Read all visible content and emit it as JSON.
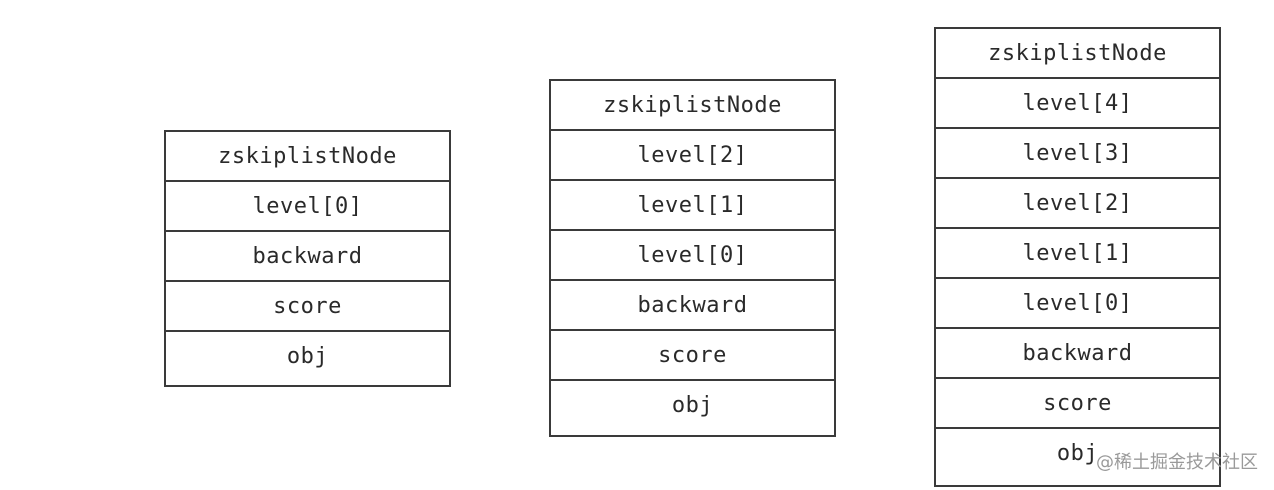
{
  "nodes": [
    {
      "title": "zskiplistNode",
      "fields": [
        "level[0]",
        "backward",
        "score",
        "obj"
      ]
    },
    {
      "title": "zskiplistNode",
      "fields": [
        "level[2]",
        "level[1]",
        "level[0]",
        "backward",
        "score",
        "obj"
      ]
    },
    {
      "title": "zskiplistNode",
      "fields": [
        "level[4]",
        "level[3]",
        "level[2]",
        "level[1]",
        "level[0]",
        "backward",
        "score",
        "obj"
      ]
    }
  ],
  "watermark": "@稀土掘金技术社区"
}
